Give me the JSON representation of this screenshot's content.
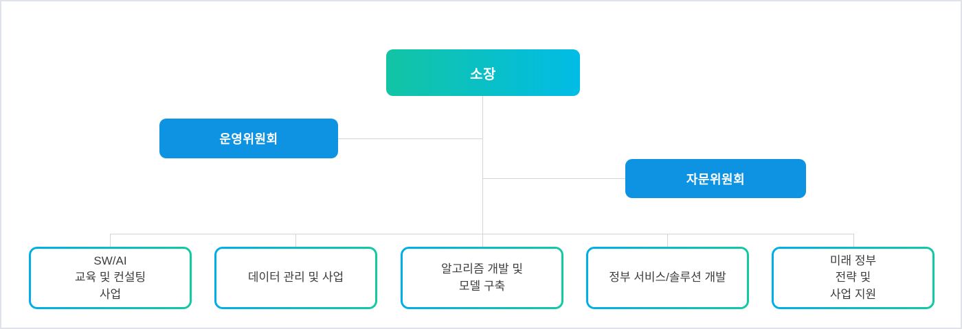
{
  "chart": {
    "type": "org-chart",
    "director": {
      "label": "소장"
    },
    "committees": [
      {
        "label": "운영위원회"
      },
      {
        "label": "자문위원회"
      }
    ],
    "departments": [
      {
        "lines": [
          "SW/AI",
          "교육 및 컨설팅",
          "사업"
        ]
      },
      {
        "lines": [
          "데이터 관리 및 사업"
        ]
      },
      {
        "lines": [
          "알고리즘 개발 및",
          "모델 구축"
        ]
      },
      {
        "lines": [
          "정부 서비스/솔루션 개발"
        ]
      },
      {
        "lines": [
          "미래 정부",
          "전략 및",
          "사업 지원"
        ]
      }
    ],
    "colors": {
      "director_gradient_start": "#12c4a4",
      "director_gradient_end": "#01bce6",
      "committee_blue": "#0d93e2",
      "department_border_start": "#00aee8",
      "department_border_end": "#12c9a2",
      "connector_gray": "#d2d5d7",
      "department_text": "#3c3c3c",
      "canvas_border": "#dde3e8"
    }
  }
}
